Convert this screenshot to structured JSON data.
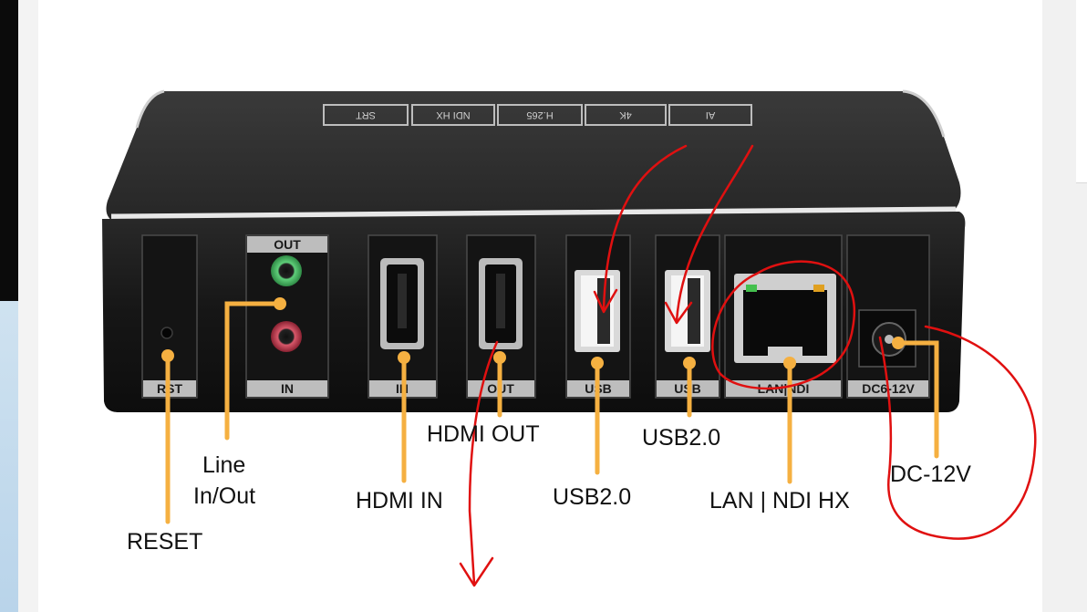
{
  "labels": {
    "reset": "RESET",
    "line_in_out_1": "Line",
    "line_in_out_2": "In/Out",
    "hdmi_in": "HDMI IN",
    "hdmi_out": "HDMI OUT",
    "usb_a": "USB2.0",
    "usb_b": "USB2.0",
    "lan": "LAN | NDI HX",
    "dc": "DC-12V"
  },
  "panel": {
    "rst": "RST",
    "out": "OUT",
    "in": "IN",
    "hdmi_in": "IN",
    "hdmi_out": "OUT",
    "usb1": "USB",
    "usb2": "USB",
    "lan": "LAN|NDI",
    "dc": "DC6-12V"
  },
  "top_badges": [
    "SRT",
    "NDI HX",
    "H.265",
    "4K",
    "AI"
  ],
  "colors": {
    "device_body": "#1c1c1c",
    "device_top": "#2e2e2e",
    "callout": "#f5b041",
    "annotation": "#e01010",
    "audio_out": "#3fae5a",
    "audio_in": "#c0394a"
  }
}
